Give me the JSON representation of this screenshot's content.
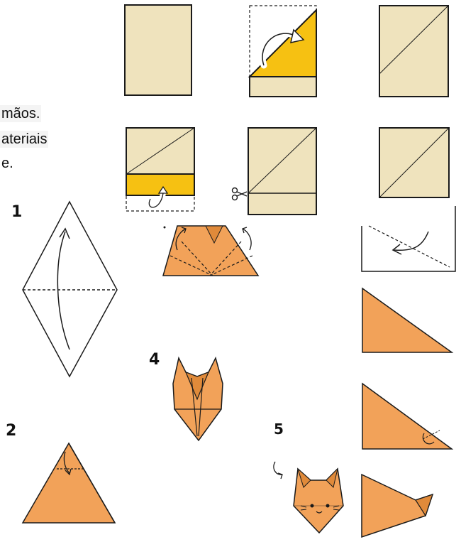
{
  "text_fragments": [
    "mãos.",
    "ateriais",
    "e."
  ],
  "step_labels": [
    "1",
    "2",
    "4",
    "5"
  ],
  "icons": [
    "scissors-icon",
    "fold-arrow-icon"
  ],
  "colors": {
    "paper": "#efe3bd",
    "fold_yellow": "#f6c112",
    "origami_orange": "#f2a259",
    "outline": "#1a1a1a"
  }
}
